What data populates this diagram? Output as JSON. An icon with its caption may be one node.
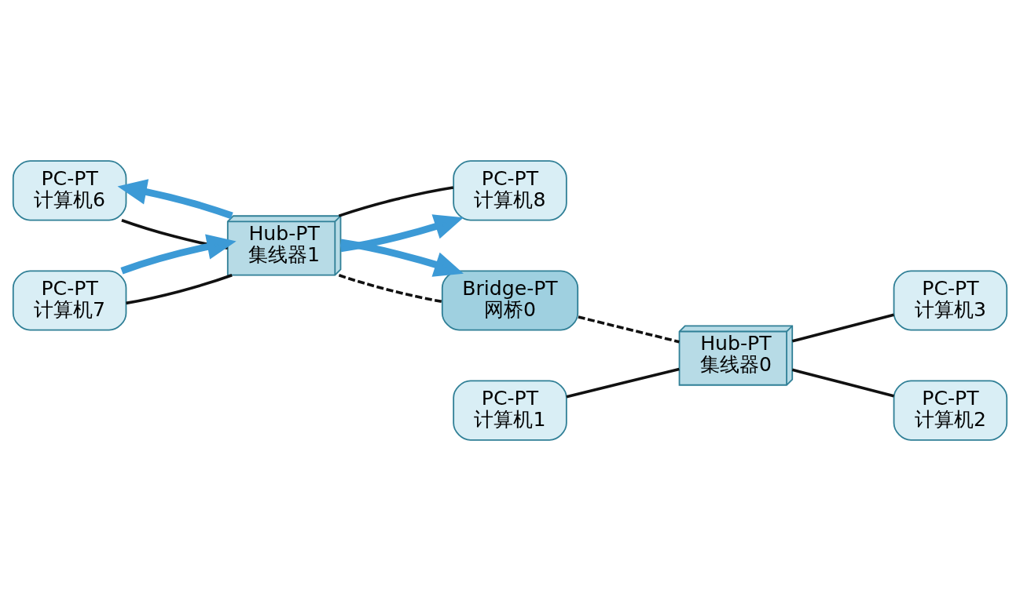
{
  "diagram": {
    "nodes": [
      {
        "text": [
          "PC-PT",
          "计算机6"
        ]
      },
      {
        "text": [
          "PC-PT",
          "计算机7"
        ]
      },
      {
        "text": [
          "Hub-PT",
          "集线器1"
        ]
      },
      {
        "text": [
          "PC-PT",
          "计算机8"
        ]
      },
      {
        "text": [
          "Bridge-PT",
          "网桥0"
        ]
      },
      {
        "text": [
          "PC-PT",
          "计算机3"
        ]
      },
      {
        "text": [
          "Hub-PT",
          "集线器0"
        ]
      },
      {
        "text": [
          "PC-PT",
          "计算机2"
        ]
      },
      {
        "text": [
          "PC-PT",
          "计算机1"
        ]
      }
    ],
    "edges": [
      {
        "from": 0,
        "to": 2,
        "arrow": "none"
      },
      {
        "from": 1,
        "to": 2,
        "arrow": "none"
      },
      {
        "from": 3,
        "to": 2,
        "arrow": "none"
      },
      {
        "from": 2,
        "to": 4,
        "arrow": "none",
        "style": "dashed"
      },
      {
        "from": 4,
        "to": 6,
        "arrow": "none",
        "style": "dashed"
      },
      {
        "from": 6,
        "to": 5,
        "arrow": "none"
      },
      {
        "from": 6,
        "to": 7,
        "arrow": "none"
      },
      {
        "from": 8,
        "to": 6,
        "arrow": "none"
      },
      {
        "from": 2,
        "to": 0,
        "arrow": "to",
        "style": "thick",
        "color": "#3c9ad6"
      },
      {
        "from": 1,
        "to": 2,
        "arrow": "to",
        "style": "thick",
        "color": "#3c9ad6"
      },
      {
        "from": 2,
        "to": 3,
        "arrow": "to",
        "style": "thick",
        "color": "#3c9ad6"
      },
      {
        "from": 2,
        "to": 4,
        "arrow": "to",
        "style": "thick",
        "color": "#3c9ad6"
      }
    ]
  }
}
